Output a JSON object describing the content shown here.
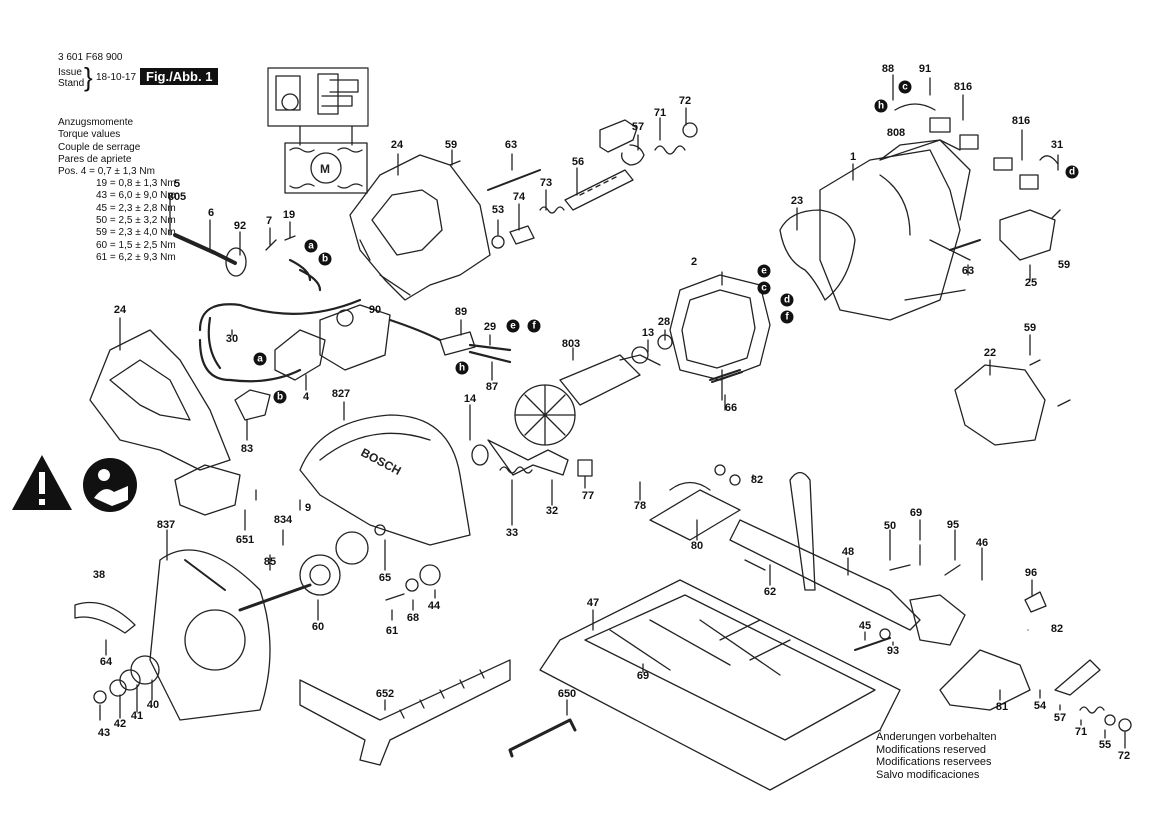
{
  "header": {
    "part_number": "3 601 F68 900",
    "issue_label_1": "Issue",
    "issue_label_2": "Stand",
    "issue_date": "18-10-17",
    "figure_label": "Fig./Abb. 1"
  },
  "torque": {
    "lines": [
      "Anzugsmomente",
      "Torque values",
      "Couple de serrage",
      "Pares de apriete"
    ],
    "values": [
      "Pos.  4 = 0,7 ± 1,3 Nm",
      "19 = 0,8 ± 1,3 Nm",
      "43 = 6,0 ± 9,0 Nm",
      "45 = 2,3 ± 2,8 Nm",
      "50 = 2,5 ± 3,2 Nm",
      "59 = 2,3 ± 4,0 Nm",
      "60 = 1,5 ± 2,5 Nm",
      "61 = 6,2 ± 9,3 Nm"
    ]
  },
  "brand": "BOSCH",
  "motor_symbol": "M",
  "labels": [
    "88",
    "91",
    "816",
    "808",
    "816",
    "31",
    "1",
    "72",
    "71",
    "57",
    "63",
    "56",
    "24",
    "59",
    "23",
    "73",
    "74",
    "53",
    "5",
    "805",
    "6",
    "92",
    "7",
    "19",
    "25",
    "63",
    "59",
    "2",
    "90",
    "89",
    "29",
    "13",
    "28",
    "803",
    "59",
    "24",
    "30",
    "4",
    "83",
    "87",
    "66",
    "22",
    "827",
    "14",
    "33",
    "77",
    "32",
    "82",
    "78",
    "80",
    "69",
    "95",
    "50",
    "46",
    "48",
    "651",
    "834",
    "9",
    "85",
    "65",
    "96",
    "62",
    "837",
    "38",
    "44",
    "68",
    "61",
    "60",
    "64",
    "47",
    "45",
    "93",
    "82",
    "652",
    "650",
    "69",
    "81",
    "54",
    "57",
    "71",
    "55",
    "72",
    "43",
    "42",
    "41",
    "40"
  ],
  "circles": [
    "c",
    "h",
    "d",
    "a",
    "b",
    "e",
    "c",
    "d",
    "f",
    "e",
    "f",
    "h",
    "a",
    "b"
  ],
  "notes": [
    "Änderungen vorbehalten",
    "Modifications reserved",
    "Modifications reservees",
    "Salvo modificaciones"
  ]
}
